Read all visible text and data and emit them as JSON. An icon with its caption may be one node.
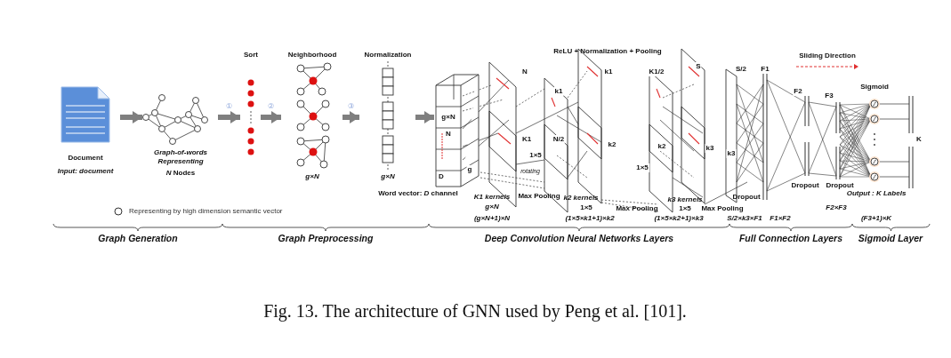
{
  "diagram": {
    "caption": "Fig. 13. The architecture of GNN used by Peng et al. [101].",
    "nodes": [
      {
        "text": [
          "Document",
          "Input: document"
        ]
      },
      {
        "text": [
          "Graph-of-words Representing",
          "*N* Nodes"
        ]
      },
      {
        "text": [
          "Sort"
        ]
      },
      {
        "text": [
          "Neighborhood",
          "g×N"
        ]
      },
      {
        "text": [
          "Normalization",
          "g×N"
        ]
      },
      {
        "text": [],
        "shape": "box"
      }
    ],
    "edges": [
      {
        "from": 0,
        "to": 1,
        "arrow": "to"
      },
      {
        "from": 1,
        "to": 2,
        "arrow": "to",
        "label": "①"
      },
      {
        "from": 2,
        "to": 3,
        "arrow": "to",
        "label": "②"
      },
      {
        "from": 3,
        "to": 4,
        "arrow": "to",
        "label": "③"
      },
      {
        "from": 4,
        "to": 5,
        "arrow": "to"
      }
    ],
    "labels": [
      "ReLU + Normalization + Pooling",
      "Sliding Direction",
      "N",
      "S",
      "k1",
      "K1/2",
      "S/2",
      "F1",
      "k1",
      "Sigmoid",
      "F2",
      "F3",
      "g×N",
      "N",
      "K1",
      "N/2",
      "k2",
      "k2",
      "k3",
      "K",
      "1×5",
      "k3",
      "D",
      "rotating",
      "1×5",
      "g",
      "Dropout",
      "Dropout",
      "Word vector: *D* channel",
      "Output : K Labels",
      "K1 kernels",
      "Max Pooling",
      "k2 kernels",
      "Dropout",
      "g×N",
      "1×5",
      "Max Pooling",
      "k3 kernels",
      "1×5",
      "Max Pooling",
      "F2×F3",
      "(g×N+1)×N",
      "(1×5×k1+1)×k2",
      "(1×5×k2+1)×k3",
      "S/2×k3×F1",
      "F1×F2",
      "(F3+1)×K",
      "Graph Generation",
      "Graph Preprocessing",
      "Deep Convolution Neural Networks Layers",
      "Full Connection Layers",
      "Sigmoid Layer"
    ],
    "legend": [
      {
        "text": "Representing by high dimension semantic vector"
      }
    ]
  }
}
